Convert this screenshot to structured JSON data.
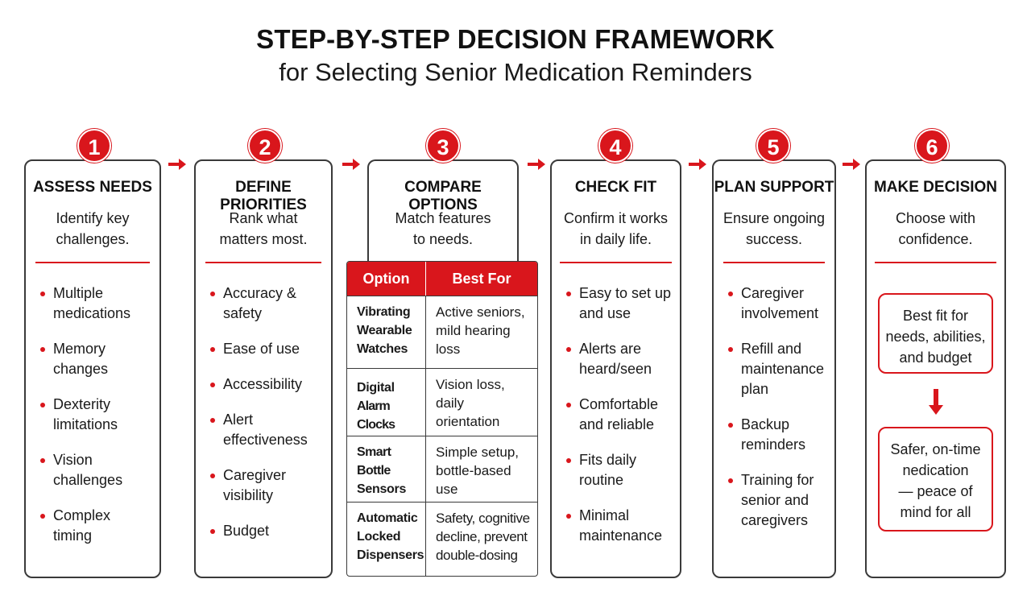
{
  "header": {
    "title": "STEP-BY-STEP DECISION FRAMEWORK",
    "subtitle": "for Selecting Senior Medication Reminders"
  },
  "colors": {
    "accent": "#d9161c",
    "border": "#3a3a3a",
    "text": "#1a1a1a"
  },
  "icons": {
    "step_connector": "right-arrow-icon",
    "result_connector": "down-arrow-icon"
  },
  "steps": [
    {
      "number": "1",
      "title": "ASSESS NEEDS",
      "desc_lines": [
        "Identify key",
        "challenges."
      ],
      "bullets": [
        [
          "Multiple",
          "medications"
        ],
        [
          "Memory",
          "changes"
        ],
        [
          "Dexterity",
          "limitations"
        ],
        [
          "Vision",
          "challenges"
        ],
        [
          "Complex",
          "timing"
        ]
      ]
    },
    {
      "number": "2",
      "title": "DEFINE PRIORITIES",
      "desc_lines": [
        "Rank what",
        "matters most."
      ],
      "bullets": [
        [
          "Accuracy &",
          "safety"
        ],
        [
          "Ease of use"
        ],
        [
          "Accessibility"
        ],
        [
          "Alert",
          "effectiveness"
        ],
        [
          "Caregiver",
          "visibility"
        ],
        [
          "Budget"
        ]
      ]
    },
    {
      "number": "3",
      "title": "COMPARE OPTIONS",
      "desc_lines": [
        "Match features",
        "to needs."
      ],
      "table": {
        "headers": [
          "Option",
          "Best For"
        ],
        "rows": [
          {
            "option": [
              "Vibrating",
              "Wearable",
              "Watches"
            ],
            "best_for": [
              "Active seniors,",
              "mild hearing",
              "loss"
            ]
          },
          {
            "option": [
              "Digital",
              "Alarm Clocks"
            ],
            "best_for": [
              "Vision loss,",
              "daily",
              "orientation"
            ]
          },
          {
            "option": [
              "Smart Bottle",
              "Sensors"
            ],
            "best_for": [
              "Simple setup,",
              "bottle-based",
              "use"
            ]
          },
          {
            "option": [
              "Automatic",
              "Locked",
              "Dispensers"
            ],
            "best_for": [
              "Safety, cognitive",
              "decline, prevent",
              "double-dosing"
            ]
          }
        ]
      }
    },
    {
      "number": "4",
      "title": "CHECK FIT",
      "desc_lines": [
        "Confirm it works",
        "in daily life."
      ],
      "bullets": [
        [
          "Easy to set up",
          "and use"
        ],
        [
          "Alerts are",
          "heard/seen"
        ],
        [
          "Comfortable",
          "and reliable"
        ],
        [
          "Fits daily",
          "routine"
        ],
        [
          "Minimal",
          "maintenance"
        ]
      ]
    },
    {
      "number": "5",
      "title": "PLAN SUPPORT",
      "desc_lines": [
        "Ensure ongoing",
        "success."
      ],
      "bullets": [
        [
          "Caregiver",
          "involvement"
        ],
        [
          "Refill and",
          "maintenance",
          "plan"
        ],
        [
          "Backup",
          "reminders"
        ],
        [
          "Training for",
          "senior and",
          "caregivers"
        ]
      ]
    },
    {
      "number": "6",
      "title": "MAKE DECISION",
      "desc_lines": [
        "Choose with",
        "confidence."
      ],
      "boxes": [
        [
          "Best fit for",
          "needs, abilities,",
          "and budget"
        ],
        [
          "Safer, on-time",
          "nedication",
          "— peace of",
          "mind for all"
        ]
      ]
    }
  ]
}
